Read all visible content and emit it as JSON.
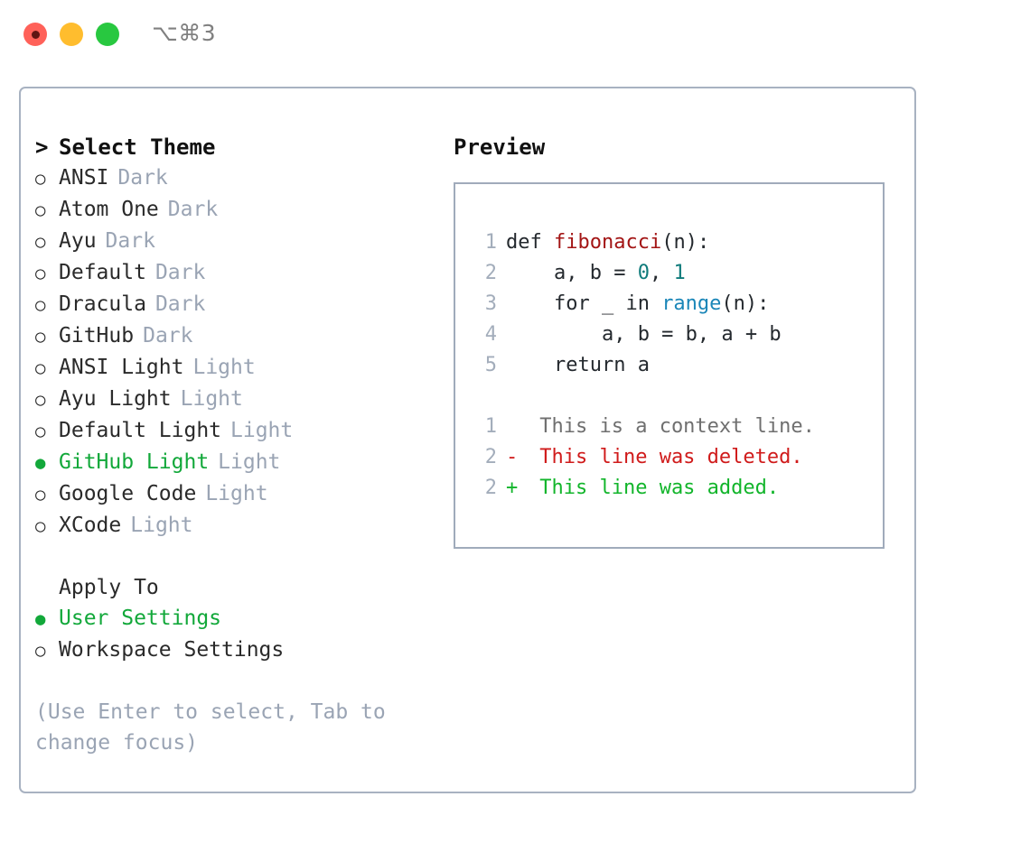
{
  "titlebar": {
    "shortcut": "⌥⌘3",
    "buttons": [
      {
        "name": "close",
        "color": "#ff6159"
      },
      {
        "name": "minimize",
        "color": "#ffbd2e"
      },
      {
        "name": "maximize",
        "color": "#28c840"
      }
    ]
  },
  "theme_picker": {
    "header": "Select Theme",
    "header_marker": ">",
    "bullet_unselected": "○",
    "bullet_selected": "●",
    "selected_color": "#12a83a",
    "category_color": "#9aa4b4",
    "items": [
      {
        "label": "ANSI",
        "category": "Dark",
        "selected": false
      },
      {
        "label": "Atom One",
        "category": "Dark",
        "selected": false
      },
      {
        "label": "Ayu",
        "category": "Dark",
        "selected": false
      },
      {
        "label": "Default",
        "category": "Dark",
        "selected": false
      },
      {
        "label": "Dracula",
        "category": "Dark",
        "selected": false
      },
      {
        "label": "GitHub",
        "category": "Dark",
        "selected": false
      },
      {
        "label": "ANSI Light",
        "category": "Light",
        "selected": false
      },
      {
        "label": "Ayu Light",
        "category": "Light",
        "selected": false
      },
      {
        "label": "Default Light",
        "category": "Light",
        "selected": false
      },
      {
        "label": "GitHub Light",
        "category": "Light",
        "selected": true
      },
      {
        "label": "Google Code",
        "category": "Light",
        "selected": false
      },
      {
        "label": "XCode",
        "category": "Light",
        "selected": false
      }
    ]
  },
  "apply_to": {
    "title": "Apply To",
    "items": [
      {
        "label": "User Settings",
        "selected": true
      },
      {
        "label": "Workspace Settings",
        "selected": false
      }
    ]
  },
  "hint": "(Use Enter to select, Tab to change focus)",
  "preview": {
    "title": "Preview",
    "code_lines": [
      {
        "number": "1",
        "tokens": [
          {
            "text": "def ",
            "type": "plain"
          },
          {
            "text": "fibonacci",
            "type": "function"
          },
          {
            "text": "(n):",
            "type": "plain"
          }
        ]
      },
      {
        "number": "2",
        "tokens": [
          {
            "text": "    a, b = ",
            "type": "plain"
          },
          {
            "text": "0",
            "type": "number"
          },
          {
            "text": ", ",
            "type": "plain"
          },
          {
            "text": "1",
            "type": "number"
          }
        ]
      },
      {
        "number": "3",
        "tokens": [
          {
            "text": "    for _ in ",
            "type": "plain"
          },
          {
            "text": "range",
            "type": "builtin"
          },
          {
            "text": "(n):",
            "type": "plain"
          }
        ]
      },
      {
        "number": "4",
        "tokens": [
          {
            "text": "        a, b = b, a + b",
            "type": "plain"
          }
        ]
      },
      {
        "number": "5",
        "tokens": [
          {
            "text": "    return a",
            "type": "plain"
          }
        ]
      }
    ],
    "diff_lines": [
      {
        "number": "1",
        "sign": " ",
        "text": " This is a context line.",
        "kind": "context"
      },
      {
        "number": "2",
        "sign": "-",
        "text": " This line was deleted.",
        "kind": "deleted"
      },
      {
        "number": "2",
        "sign": "+",
        "text": " This line was added.",
        "kind": "added"
      }
    ],
    "syntax_colors": {
      "function": "#a31515",
      "number": "#0f7b7b",
      "builtin": "#1a86b8",
      "plain": "#24292e",
      "lineno": "#a3adbb",
      "context": "#6f6f6f",
      "deleted": "#d01b1b",
      "added": "#12b52b"
    }
  }
}
